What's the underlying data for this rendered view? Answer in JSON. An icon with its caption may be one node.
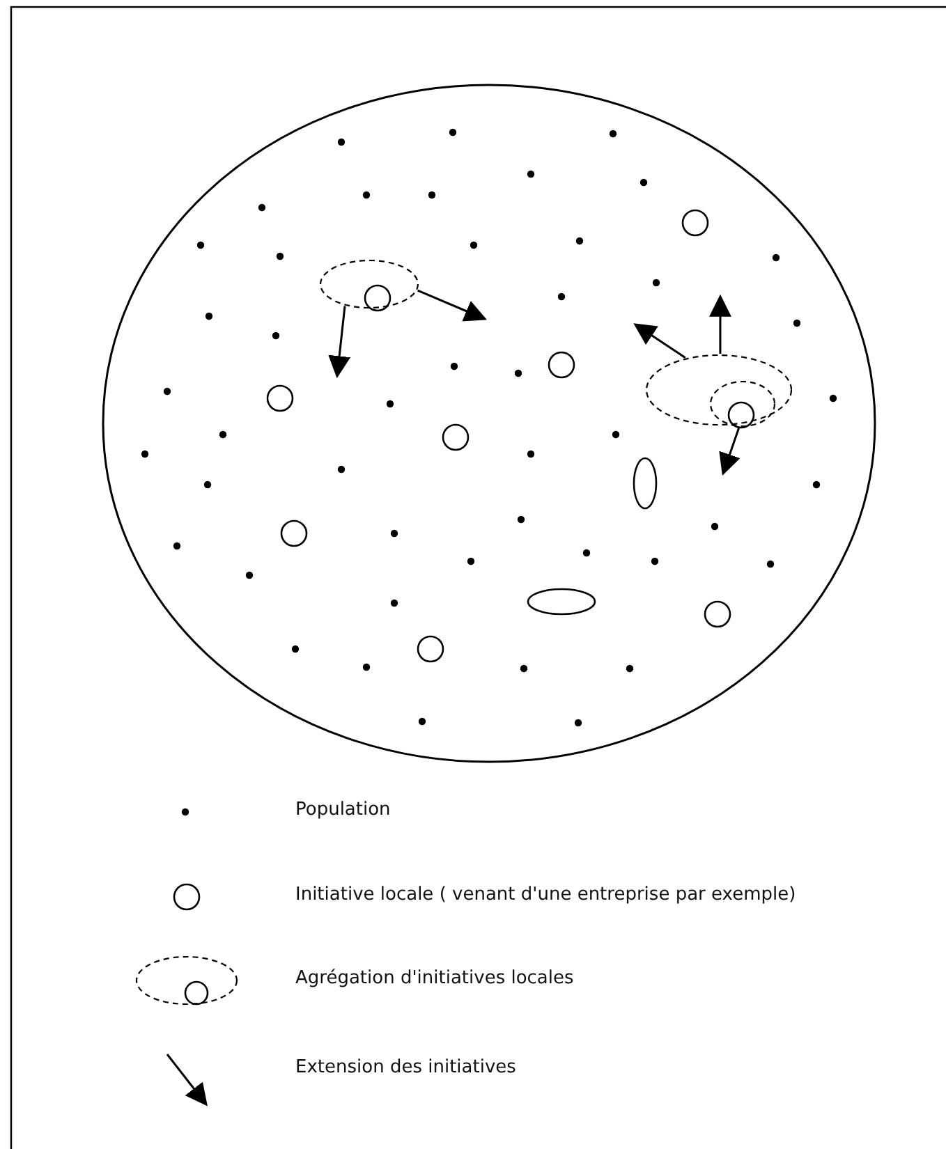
{
  "diagram": {
    "nodes": [
      {
        "text": [],
        "shape": "ellipse"
      },
      {
        "text": [],
        "shape": "ellipse",
        "in": 0
      },
      {
        "text": [],
        "shape": "ellipse",
        "in": 0
      },
      {
        "text": [],
        "shape": "ellipse",
        "in": 2
      }
    ],
    "edges": [
      {
        "from": 1,
        "to": null,
        "arrow": "to"
      },
      {
        "from": 1,
        "to": null,
        "arrow": "to"
      },
      {
        "from": 2,
        "to": null,
        "arrow": "to"
      },
      {
        "from": 2,
        "to": null,
        "arrow": "to"
      },
      {
        "from": 3,
        "to": null,
        "arrow": "to"
      }
    ],
    "legend": [
      {
        "text": "Population"
      },
      {
        "text": "Initiative locale ( venant d'une entreprise par exemple)"
      },
      {
        "text": "Agrégation d'initiatives locales"
      },
      {
        "text": "Extension des initiatives"
      }
    ]
  }
}
